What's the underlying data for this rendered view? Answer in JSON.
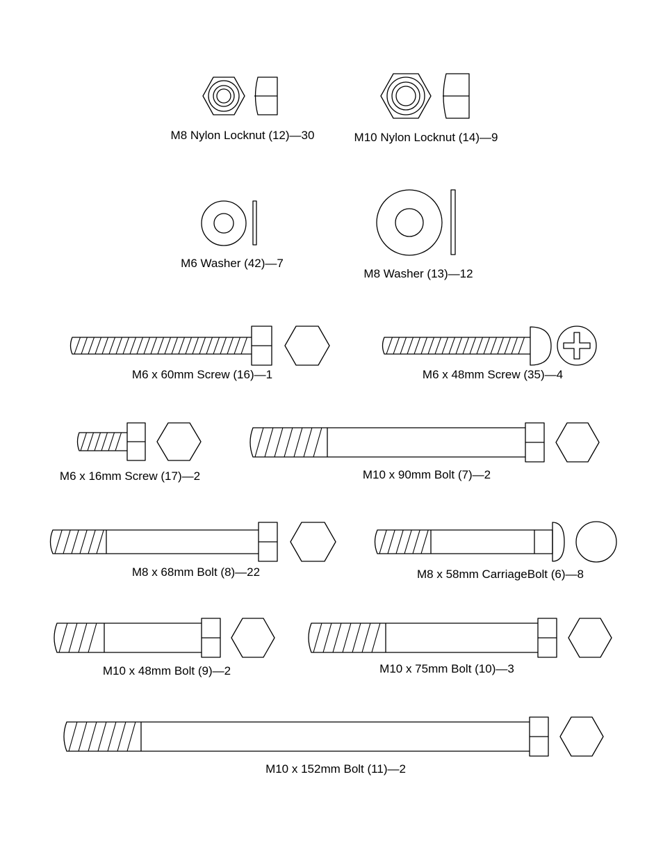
{
  "parts": [
    {
      "id": "m8-nylon-locknut",
      "label": "M8 Nylon Locknut (12)—30"
    },
    {
      "id": "m10-nylon-locknut",
      "label": "M10 Nylon Locknut (14)—9"
    },
    {
      "id": "m6-washer",
      "label": "M6 Washer (42)—7"
    },
    {
      "id": "m8-washer",
      "label": "M8 Washer (13)—12"
    },
    {
      "id": "m6x60-screw",
      "label": "M6 x 60mm Screw (16)—1"
    },
    {
      "id": "m6x48-screw",
      "label": "M6 x 48mm Screw (35)—4"
    },
    {
      "id": "m6x16-screw",
      "label": "M6 x 16mm Screw (17)—2"
    },
    {
      "id": "m10x90-bolt",
      "label": "M10 x 90mm Bolt (7)—2"
    },
    {
      "id": "m8x68-bolt",
      "label": "M8 x 68mm Bolt (8)—22"
    },
    {
      "id": "m8x58-carriage-bolt",
      "label": "M8 x 58mm CarriageBolt (6)—8"
    },
    {
      "id": "m10x48-bolt",
      "label": "M10 x 48mm Bolt (9)—2"
    },
    {
      "id": "m10x75-bolt",
      "label": "M10 x 75mm Bolt (10)—3"
    },
    {
      "id": "m10x152-bolt",
      "label": "M10 x 152mm Bolt (11)—2"
    }
  ]
}
